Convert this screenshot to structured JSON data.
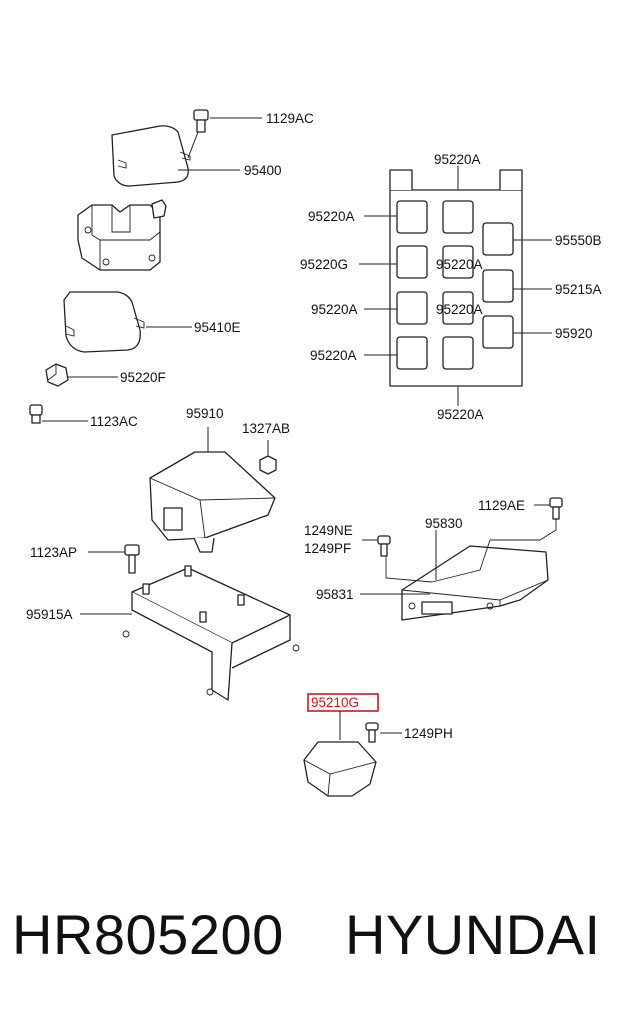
{
  "labels": {
    "l1129AC": "1129AC",
    "l95400": "95400",
    "l95410E": "95410E",
    "l95220F": "95220F",
    "l1123AC": "1123AC",
    "l95910": "95910",
    "l1327AB": "1327AB",
    "l1123AP": "1123AP",
    "l95915A": "95915A",
    "l95220A_top": "95220A",
    "l95220A_1": "95220A",
    "l95220G": "95220G",
    "l95220A_2": "95220A",
    "l95220A_3": "95220A",
    "l95220A_bottom": "95220A",
    "l95220A_mid1": "95220A",
    "l95220A_mid2": "95220A",
    "l95550B": "95550B",
    "l95215A": "95215A",
    "l95920": "95920",
    "l1129AE": "1129AE",
    "l1249NE": "1249NE",
    "l1249PF": "1249PF",
    "l95830": "95830",
    "l95831": "95831",
    "l95210G": "95210G",
    "l1249PH": "1249PH"
  },
  "highlight_color": "#d01818",
  "footer": {
    "part_number": "HR805200",
    "brand": "HYUNDAI"
  }
}
